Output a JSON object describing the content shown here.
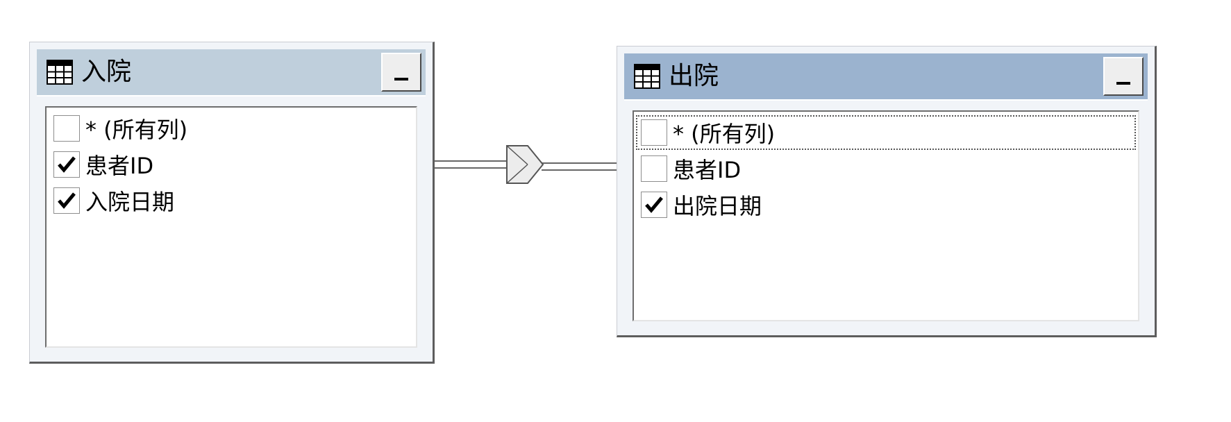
{
  "tables": [
    {
      "title": "入院",
      "icon": "table-grid-icon",
      "columns": [
        {
          "label": "* (所有列)",
          "checked": false
        },
        {
          "label": "患者ID",
          "checked": true
        },
        {
          "label": "入院日期",
          "checked": true
        }
      ]
    },
    {
      "title": "出院",
      "icon": "table-grid-icon",
      "columns": [
        {
          "label": "* (所有列)",
          "checked": false
        },
        {
          "label": "患者ID",
          "checked": false
        },
        {
          "label": "出院日期",
          "checked": true
        }
      ]
    }
  ],
  "join": {
    "type": "inner-join",
    "icon": "join-diamond-icon"
  },
  "colors": {
    "left_title_bar": "#bfcfdc",
    "right_title_bar": "#9bb3cf"
  }
}
